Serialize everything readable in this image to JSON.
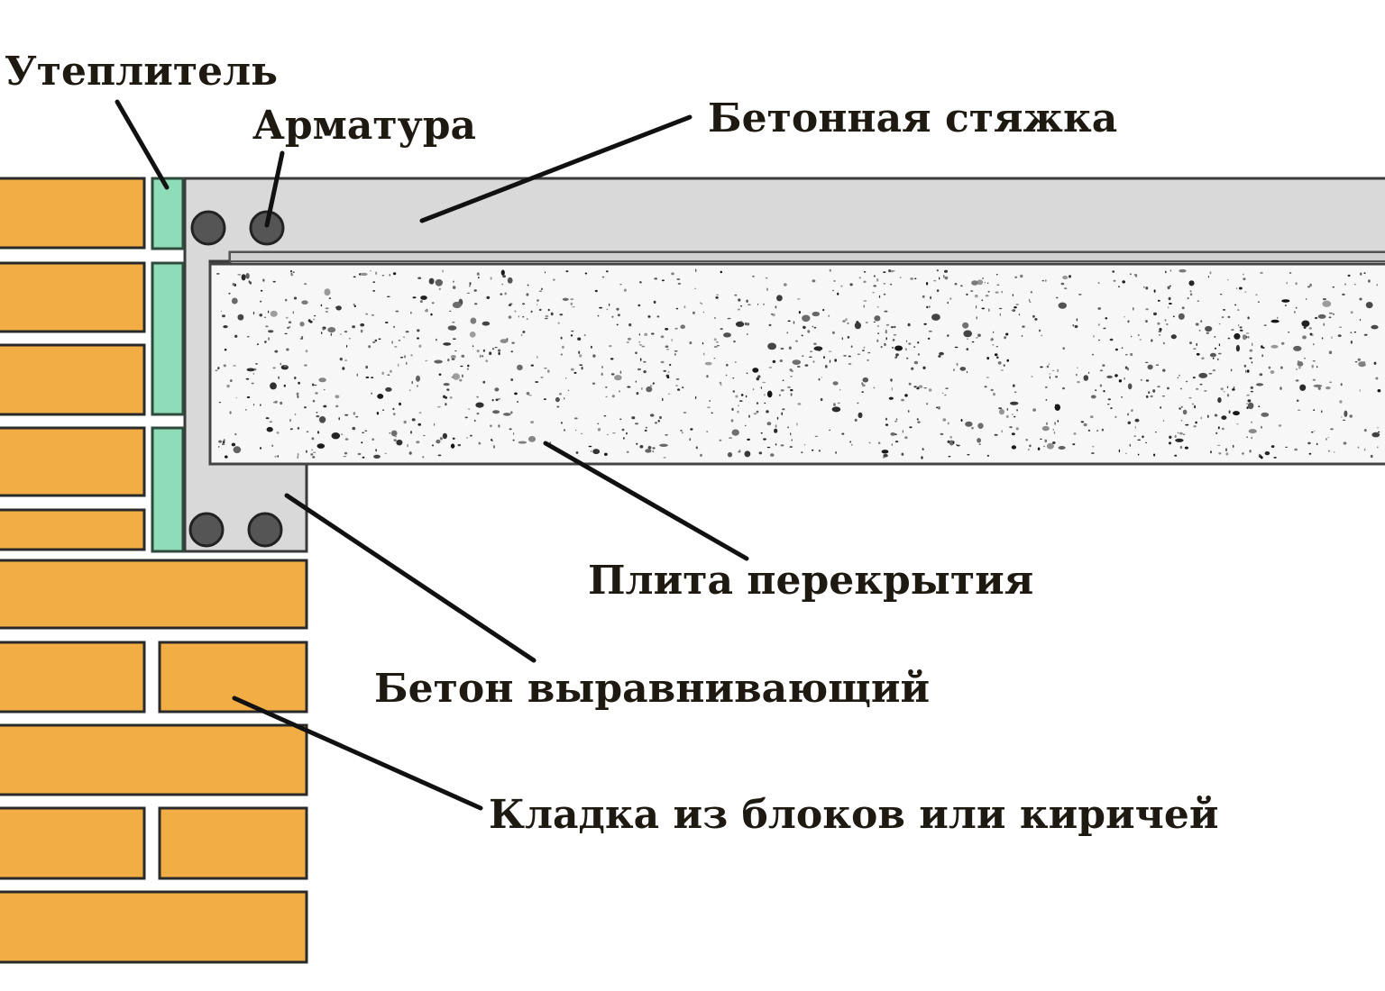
{
  "title": "Узел опирания плиты перекрытия",
  "labels": {
    "insulation": "Утеплитель",
    "rebar": "Арматура",
    "screed": "Бетонная стяжка",
    "slab": "Плита перекрытия",
    "leveling_concrete": "Бетон выравнивающий",
    "masonry": "Кладка из блоков или киричей"
  },
  "colors": {
    "brick": "#f2ae45",
    "insulation": "#8fdcb8",
    "concrete": "#d9d9d9",
    "rebar": "#555555",
    "text": "#1e1a12"
  }
}
